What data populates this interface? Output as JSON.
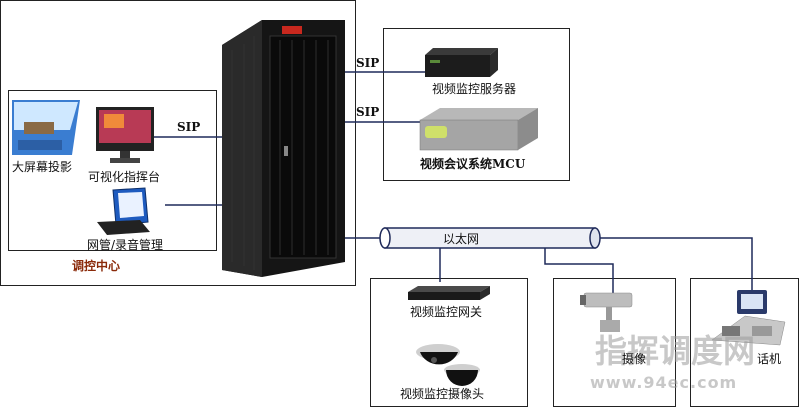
{
  "labels": {
    "sip_top": "SIP",
    "sip_mid": "SIP",
    "sip_left": "SIP",
    "video_server": "视频监控服务器",
    "video_mcu": "视频会议系统MCU",
    "big_screen": "大屏幕投影",
    "visual_console": "可视化指挥台",
    "net_mgmt": "网管/录音管理",
    "control_center": "调控中心",
    "ethernet": "以太网",
    "video_gateway": "视频监控网关",
    "video_camera": "视频监控摄像头",
    "bottom_mid": "摄像",
    "bottom_right": "话机"
  },
  "watermark": {
    "title": "指挥调度网",
    "url": "www.94ec.com"
  },
  "colors": {
    "line": "#1f2a5a",
    "accent": "#8a2a0a",
    "watermark": "#c8c8c8"
  }
}
